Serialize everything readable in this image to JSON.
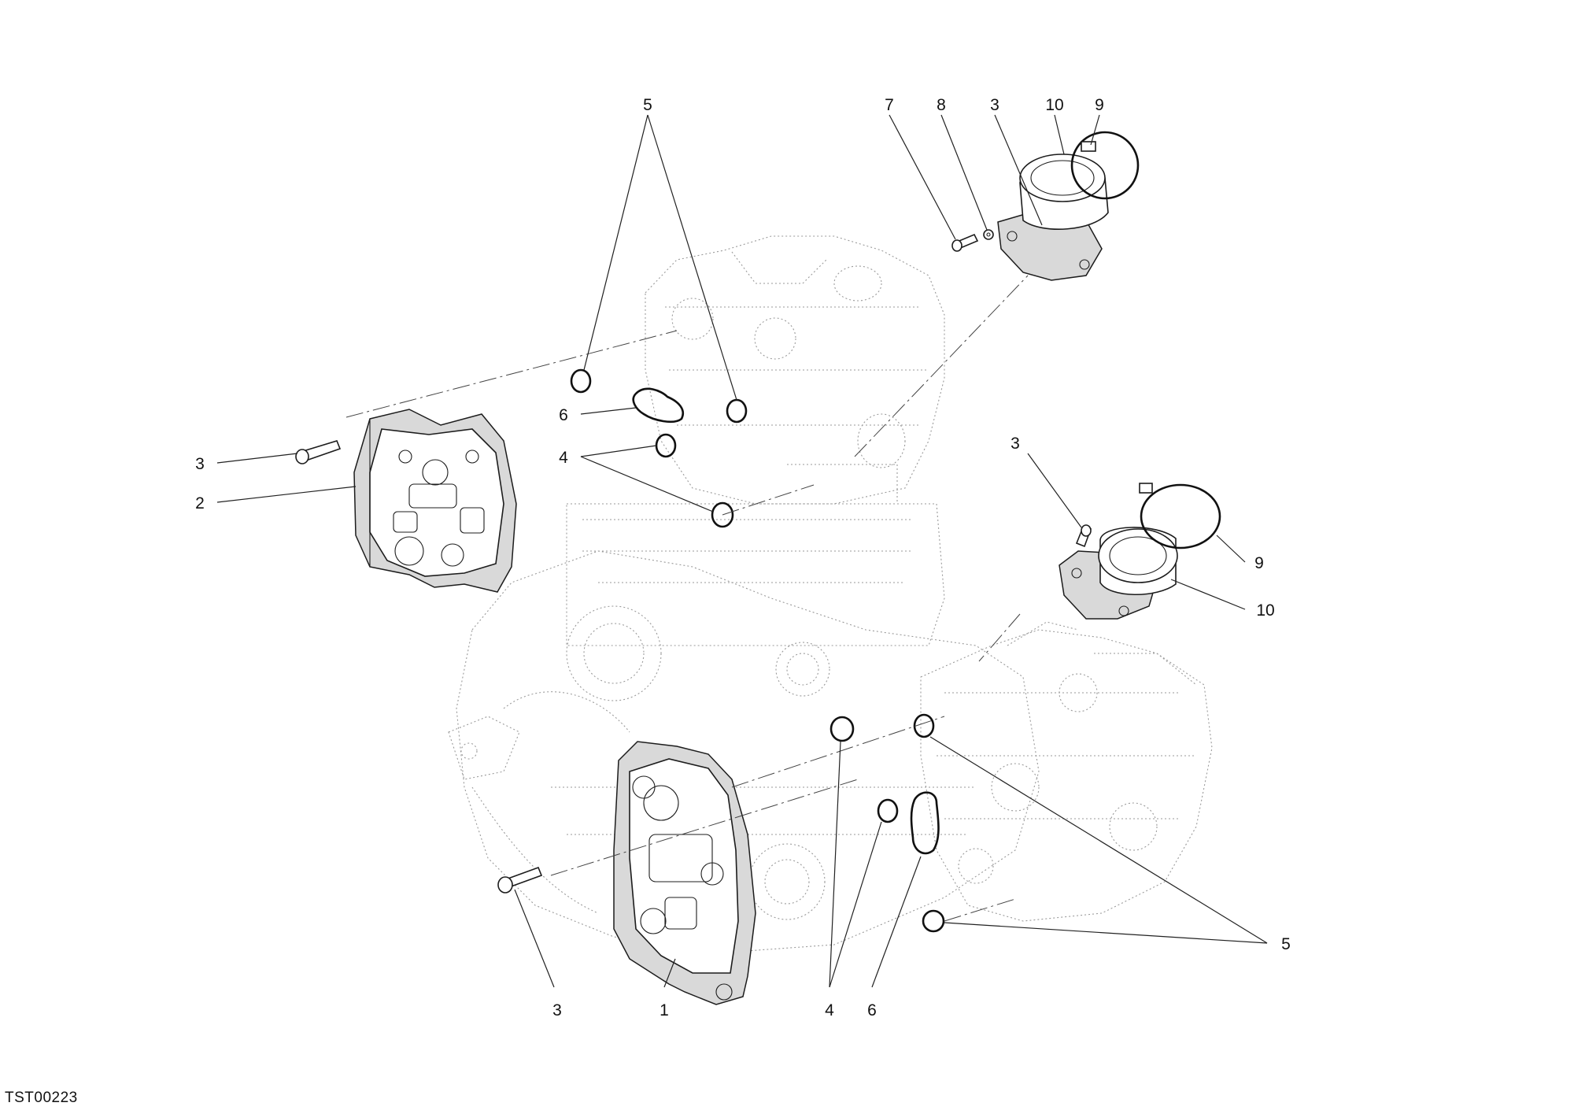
{
  "drawing_code": "TST00223",
  "callouts": [
    {
      "id": "c5-top",
      "text": "5"
    },
    {
      "id": "c7",
      "text": "7"
    },
    {
      "id": "c8",
      "text": "8"
    },
    {
      "id": "c3-top",
      "text": "3"
    },
    {
      "id": "c10-top",
      "text": "10"
    },
    {
      "id": "c9-top",
      "text": "9"
    },
    {
      "id": "c6-left",
      "text": "6"
    },
    {
      "id": "c4-left",
      "text": "4"
    },
    {
      "id": "c3-left",
      "text": "3"
    },
    {
      "id": "c2",
      "text": "2"
    },
    {
      "id": "c3-right",
      "text": "3"
    },
    {
      "id": "c9-right",
      "text": "9"
    },
    {
      "id": "c10-right",
      "text": "10"
    },
    {
      "id": "c5-right",
      "text": "5"
    },
    {
      "id": "c3-bottom",
      "text": "3"
    },
    {
      "id": "c1",
      "text": "1"
    },
    {
      "id": "c4-bottom",
      "text": "4"
    },
    {
      "id": "c6-bottom",
      "text": "6"
    }
  ]
}
